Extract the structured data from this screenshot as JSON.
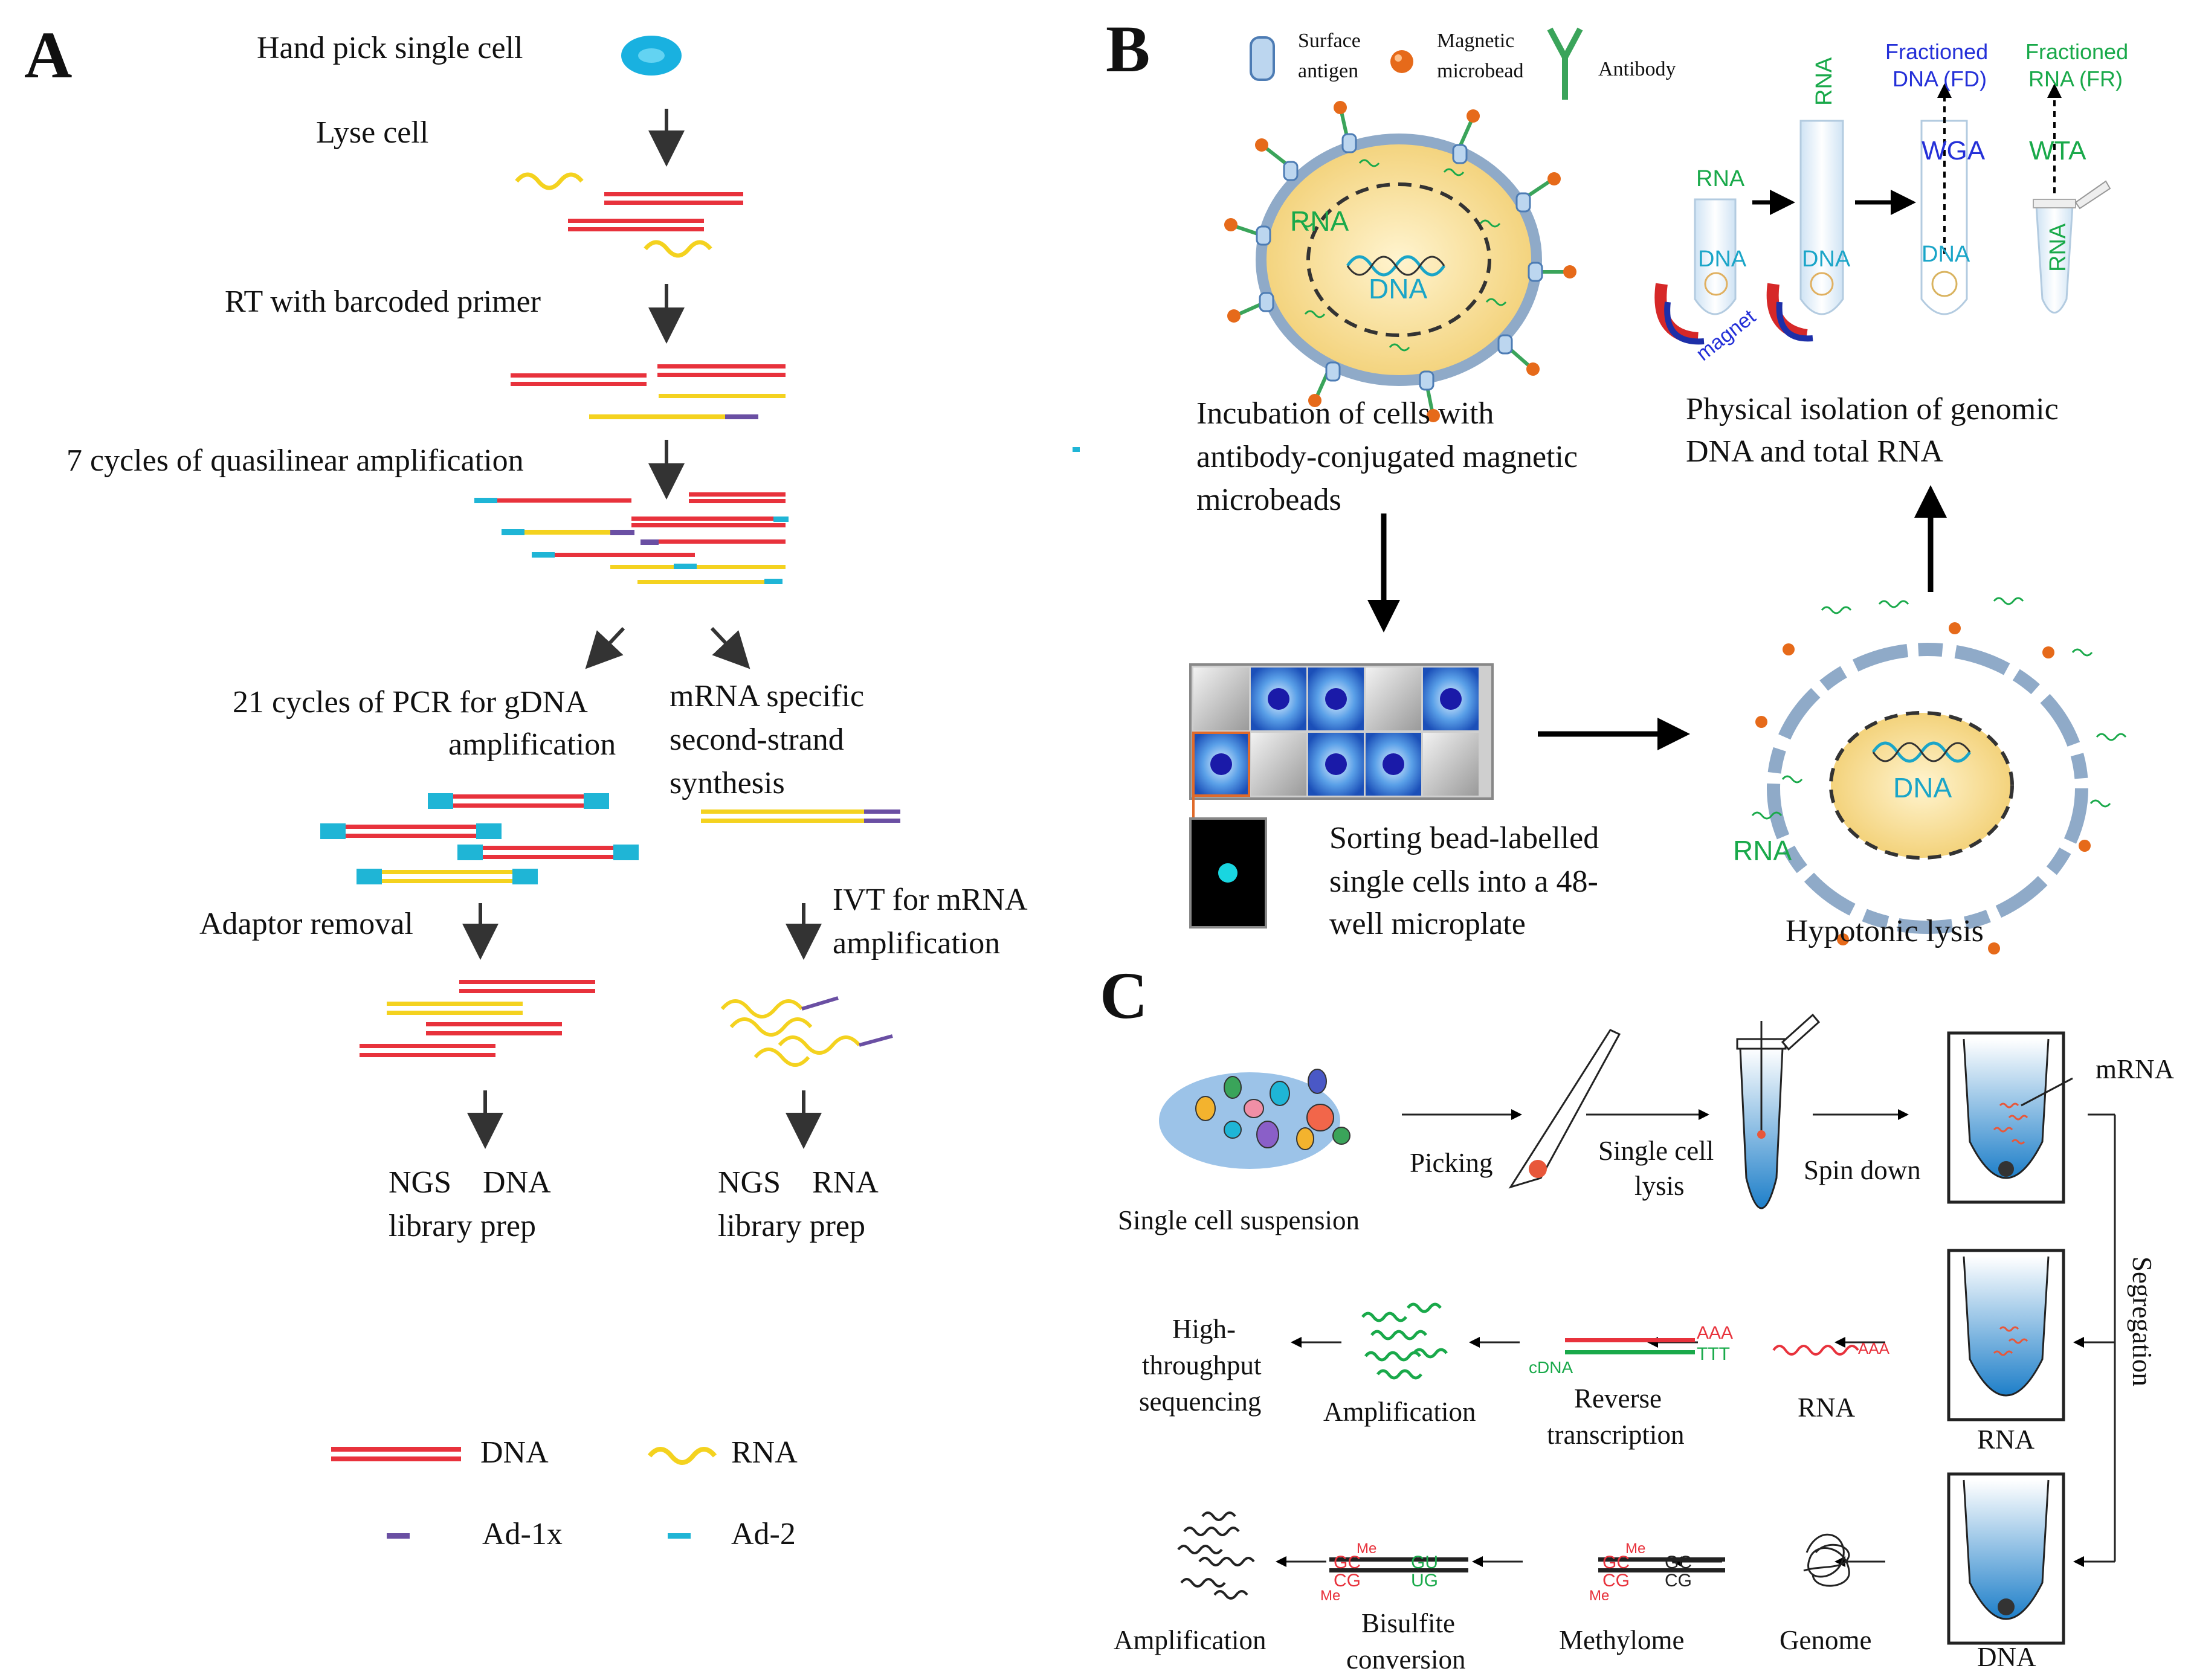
{
  "panels": {
    "a": {
      "letter": "A",
      "steps": {
        "pick": "Hand pick single cell",
        "lyse": "Lyse cell",
        "rt": "RT with barcoded primer",
        "quasi": "7 cycles of quasilinear amplification",
        "pcr_l1": "21 cycles of PCR for gDNA",
        "pcr_l2": "amplification",
        "mrna_l1": "mRNA specific",
        "mrna_l2": "second-strand",
        "mrna_l3": "synthesis",
        "adaptor": "Adaptor removal",
        "ivt_l1": "IVT  for  mRNA",
        "ivt_l2": "amplification",
        "ngs_dna_l1": "NGS    DNA",
        "ngs_dna_l2": "library prep",
        "ngs_rna_l1": "NGS    RNA",
        "ngs_rna_l2": "library prep"
      },
      "legend": {
        "dna": "DNA",
        "rna": "RNA",
        "ad1": "Ad-1x",
        "ad2": "Ad-2"
      }
    },
    "b": {
      "letter": "B",
      "legend": {
        "surface_l1": "Surface",
        "surface_l2": "antigen",
        "bead_l1": "Magnetic",
        "bead_l2": "microbead",
        "antibody": "Antibody"
      },
      "cell_rna": "RNA",
      "cell_dna": "DNA",
      "tube_rna": "RNA",
      "tube_dna": "DNA",
      "tube2_rna": "RNA",
      "tube2_dna": "DNA",
      "tube3_dna": "DNA",
      "tube4_rna": "RNA",
      "magnet": "magnet",
      "wga": "WGA",
      "wta": "WTA",
      "fd_l1": "Fractioned",
      "fd_l2": "DNA (FD)",
      "fr_l1": "Fractioned",
      "fr_l2": "RNA (FR)",
      "incubation_l1": "Incubation of cells with",
      "incubation_l2": "antibody-conjugated magnetic",
      "incubation_l3": "microbeads",
      "isolation_l1": "Physical isolation of genomic",
      "isolation_l2": "DNA and total RNA",
      "sorting_l1": "Sorting bead-labelled",
      "sorting_l2": "single cells into a 48-",
      "sorting_l3": "well microplate",
      "lysis_rna": "RNA",
      "lysis_dna": "DNA",
      "hypotonic": "Hypotonic lysis"
    },
    "c": {
      "letter": "C",
      "suspension": "Single cell suspension",
      "picking": "Picking",
      "sc_lysis_l1": "Single cell",
      "sc_lysis_l2": "lysis",
      "spin": "Spin down",
      "mrna": "mRNA",
      "segregation": "Segregation",
      "rna_tube": "RNA",
      "dna_tube": "DNA",
      "hts_l1": "High-",
      "hts_l2": "throughput",
      "hts_l3": "sequencing",
      "amp1": "Amplification",
      "rev_l1": "Reverse",
      "rev_l2": "transcription",
      "rna": "RNA",
      "cdna": "cDNA",
      "aaa": "AAA",
      "ttt": "TTT",
      "aaa_rna": "AAA",
      "amp2": "Amplification",
      "bis_l1": "Bisulfite",
      "bis_l2": "conversion",
      "methylome": "Methylome",
      "genome": "Genome",
      "me": "Me",
      "gc": "GC",
      "cg": "CG",
      "gu": "GU",
      "ug": "UG"
    }
  },
  "colors": {
    "dna_red": "#e8323c",
    "rna_yellow": "#f4d21f",
    "ad1_purple": "#6a4fa3",
    "ad2_cyan": "#1fb5d6",
    "green": "#19a94a",
    "blue_text": "#2430d8",
    "cell_yellow": "#f6d98a",
    "membrane": "#8faac8"
  }
}
